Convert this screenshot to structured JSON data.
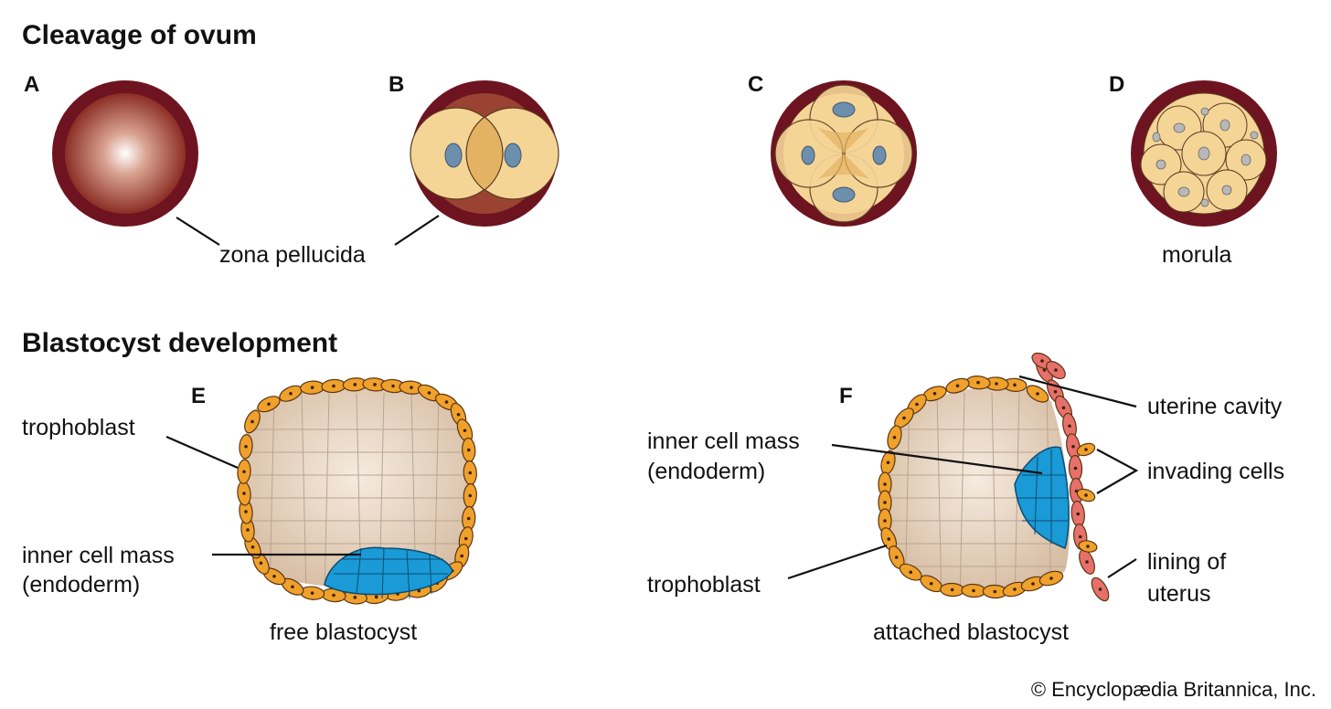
{
  "titles": {
    "cleavage": "Cleavage of ovum",
    "blastocyst": "Blastocyst development"
  },
  "panels": {
    "a": "A",
    "b": "B",
    "c": "C",
    "d": "D",
    "e": "E",
    "f": "F"
  },
  "labels": {
    "zona_pellucida": "zona pellucida",
    "morula": "morula",
    "trophoblast_e": "trophoblast",
    "inner_cell_mass_e_1": "inner cell mass",
    "inner_cell_mass_e_2": "(endoderm)",
    "free_blastocyst": "free blastocyst",
    "inner_cell_mass_f_1": "inner cell mass",
    "inner_cell_mass_f_2": "(endoderm)",
    "trophoblast_f": "trophoblast",
    "attached_blastocyst": "attached blastocyst",
    "uterine_cavity": "uterine cavity",
    "invading_cells": "invading cells",
    "lining_of_uterus_1": "lining of",
    "lining_of_uterus_2": "uterus"
  },
  "credit": "© Encyclopædia Britannica, Inc.",
  "colors": {
    "zona": "#6e1420",
    "ovum_center": "#ffffff",
    "ovum_edge": "#8c2e25",
    "blastomere": "#f5d596",
    "blastomere_overlap": "#e4b263",
    "nucleus": "#6d8fae",
    "trophoblast_cell": "#f0a12b",
    "blastocoel": "#e6d0bb",
    "inner_cell_mass": "#1a9ad6",
    "uterine_lining": "#e7706b"
  }
}
